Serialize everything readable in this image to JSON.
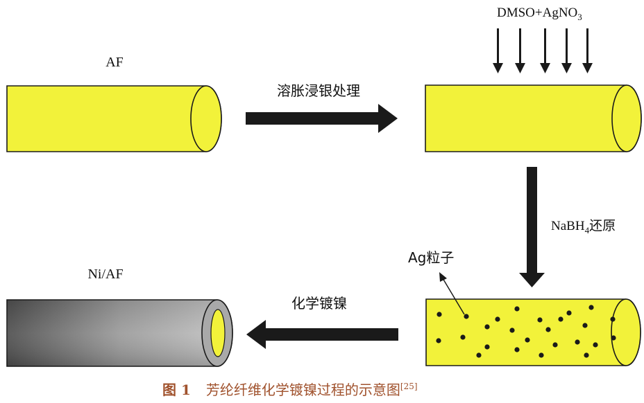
{
  "labels": {
    "af": "AF",
    "dmso_prefix": "DMSO+AgNO",
    "dmso_sub": "3",
    "step1": "溶胀浸银处理",
    "nabh_prefix": "NaBH",
    "nabh_sub": "4",
    "nabh_suffix": "还原",
    "ag_particle": "Ag粒子",
    "step3": "化学镀镍",
    "niaf": "Ni/AF"
  },
  "caption": {
    "figure_no": "图 1",
    "text": "芳纶纤维化学镀镍过程的示意图",
    "ref": "[25]"
  },
  "colors": {
    "fiber_yellow": "#f2f23a",
    "nickel_gray_dark": "#5c5c5c",
    "nickel_gray_light": "#b4b4b4",
    "arrow": "#1a1a1a",
    "caption": "#a0522d"
  }
}
